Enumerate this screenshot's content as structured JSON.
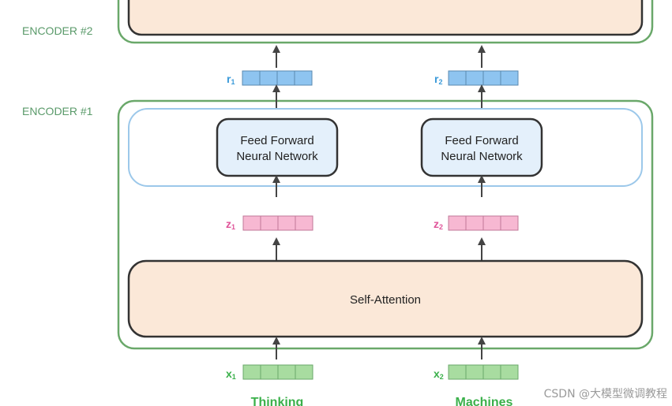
{
  "encoders": [
    {
      "label": "ENCODER #2"
    },
    {
      "label": "ENCODER #1"
    }
  ],
  "self_attention": {
    "label": "Self-Attention"
  },
  "ffn": [
    {
      "line1": "Feed Forward",
      "line2": "Neural Network"
    },
    {
      "line1": "Feed Forward",
      "line2": "Neural Network"
    }
  ],
  "vectors": {
    "r": [
      {
        "label": "r",
        "sub": "1"
      },
      {
        "label": "r",
        "sub": "2"
      }
    ],
    "z": [
      {
        "label": "z",
        "sub": "1"
      },
      {
        "label": "z",
        "sub": "2"
      }
    ],
    "x": [
      {
        "label": "x",
        "sub": "1"
      },
      {
        "label": "x",
        "sub": "2"
      }
    ]
  },
  "words": [
    "Thinking",
    "Machines"
  ],
  "watermark": "CSDN @大模型微调教程",
  "colors": {
    "encoder_border": "#6aa86a",
    "encoder_label": "#5a9a6a",
    "attention_fill": "#fbe8d8",
    "ffn_fill": "#e4f0fb",
    "ffn_group_border": "#9cc8ea",
    "r_fill": "#8ec4f0",
    "r_label": "#3a9ad9",
    "z_fill": "#f7b8d2",
    "z_label": "#e0559a",
    "x_fill": "#a8dca0",
    "x_label": "#3ab04a",
    "word": "#3ab04a",
    "arrow": "#444444"
  }
}
